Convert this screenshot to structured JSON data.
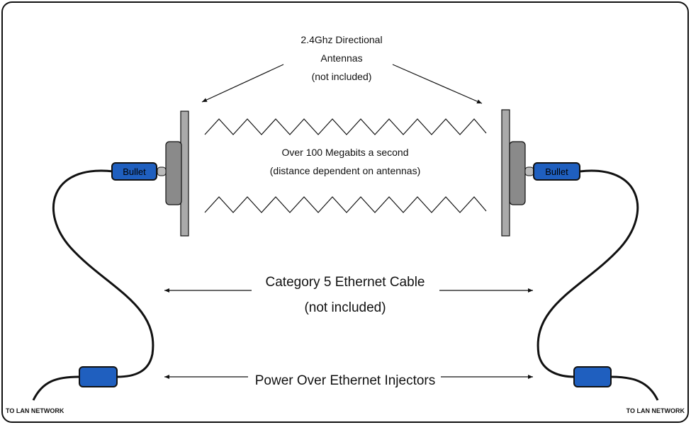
{
  "antenna_note": {
    "line1": "2.4Ghz Directional",
    "line2": "Antennas",
    "line3": "(not included)"
  },
  "throughput": {
    "line1": "Over 100 Megabits a second",
    "line2": "(distance dependent on antennas)"
  },
  "cable": {
    "line1": "Category 5 Ethernet Cable",
    "line2": "(not included)"
  },
  "injectors": {
    "label": "Power Over Ethernet Injectors"
  },
  "bullet_left": {
    "label": "Bullet"
  },
  "bullet_right": {
    "label": "Bullet"
  },
  "lan_left": {
    "label": "TO LAN NETWORK"
  },
  "lan_right": {
    "label": "TO LAN NETWORK"
  },
  "colors": {
    "device_blue": "#1f5fbf",
    "antenna_gray": "#aaaaaa",
    "panel_gray": "#8a8a8a",
    "line": "#111111"
  }
}
